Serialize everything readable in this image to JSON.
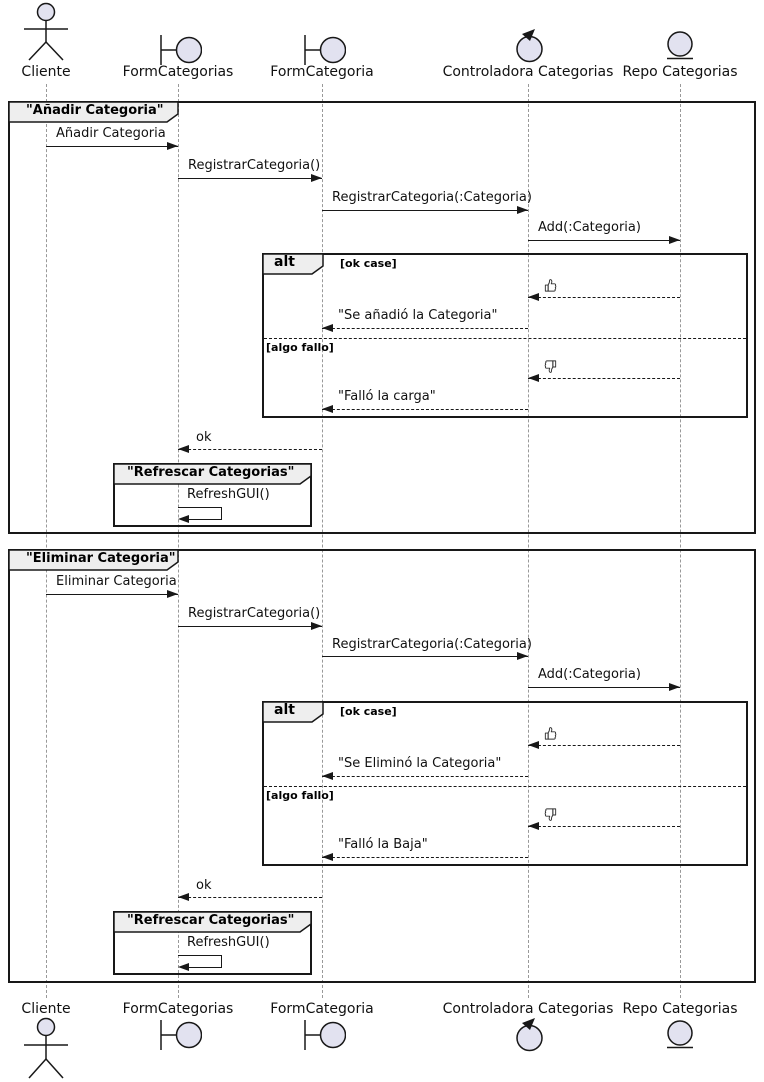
{
  "colors": {
    "participant_fill": "#E2E2F0",
    "line": "#181818",
    "header_fill": "#EEEEEE",
    "lifeline": "#999999"
  },
  "participants": [
    {
      "name": "Cliente",
      "type": "actor-icon"
    },
    {
      "name": "FormCategorias",
      "type": "boundary-icon"
    },
    {
      "name": "FormCategoria",
      "type": "boundary-icon"
    },
    {
      "name": "Controladora Categorias",
      "type": "control-icon"
    },
    {
      "name": "Repo Categorias",
      "type": "entity-icon"
    }
  ],
  "frames": [
    {
      "title": "\"Añadir Categoria\"",
      "msg_request": "Añadir Categoria",
      "msg_registrar": "RegistrarCategoria()",
      "msg_registrar_param": "RegistrarCategoria(:Categoria)",
      "msg_add": "Add(:Categoria)",
      "alt": {
        "keyword": "alt",
        "guard_ok": "[ok case]",
        "result_ok_icon": "thumbs-up",
        "reply_ok": "\"Se añadió la Categoria\"",
        "guard_fail": "[algo fallo]",
        "result_fail_icon": "thumbs-down",
        "reply_fail": "\"Falló la carga\""
      },
      "msg_ok": "ok",
      "refresh": {
        "title": "\"Refrescar Categorias\"",
        "msg": "RefreshGUI()"
      }
    },
    {
      "title": "\"Eliminar Categoria\"",
      "msg_request": "Eliminar Categoria",
      "msg_registrar": "RegistrarCategoria()",
      "msg_registrar_param": "RegistrarCategoria(:Categoria)",
      "msg_add": "Add(:Categoria)",
      "alt": {
        "keyword": "alt",
        "guard_ok": "[ok case]",
        "result_ok_icon": "thumbs-up",
        "reply_ok": "\"Se Eliminó la Categoria\"",
        "guard_fail": "[algo fallo]",
        "result_fail_icon": "thumbs-down",
        "reply_fail": "\"Falló la Baja\""
      },
      "msg_ok": "ok",
      "refresh": {
        "title": "\"Refrescar Categorias\"",
        "msg": "RefreshGUI()"
      }
    }
  ]
}
